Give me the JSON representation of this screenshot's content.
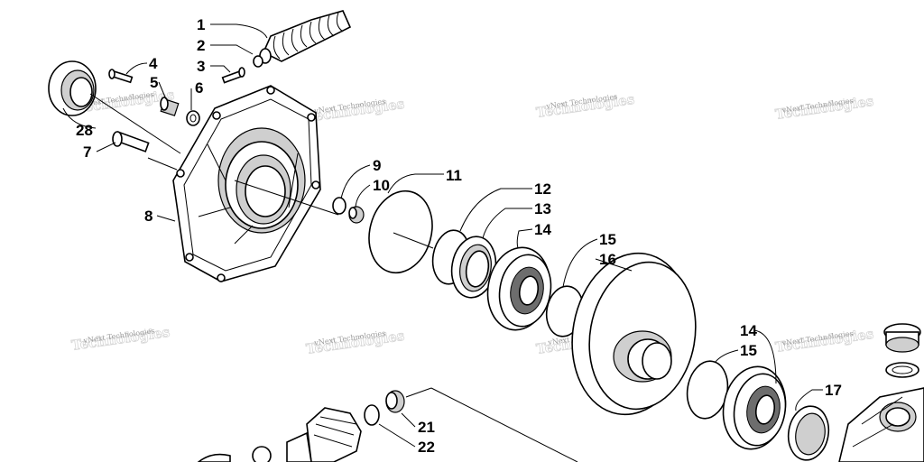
{
  "watermark": "vNext Technologies",
  "callouts": {
    "c1": "1",
    "c2": "2",
    "c3": "3",
    "c4": "4",
    "c5": "5",
    "c6": "6",
    "c7": "7",
    "c8": "8",
    "c9": "9",
    "c10": "10",
    "c11": "11",
    "c12": "12",
    "c13": "13",
    "c14a": "14",
    "c15a": "15",
    "c16": "16",
    "c14b": "14",
    "c15b": "15",
    "c17": "17",
    "c21": "21",
    "c22": "22",
    "c28": "28"
  }
}
